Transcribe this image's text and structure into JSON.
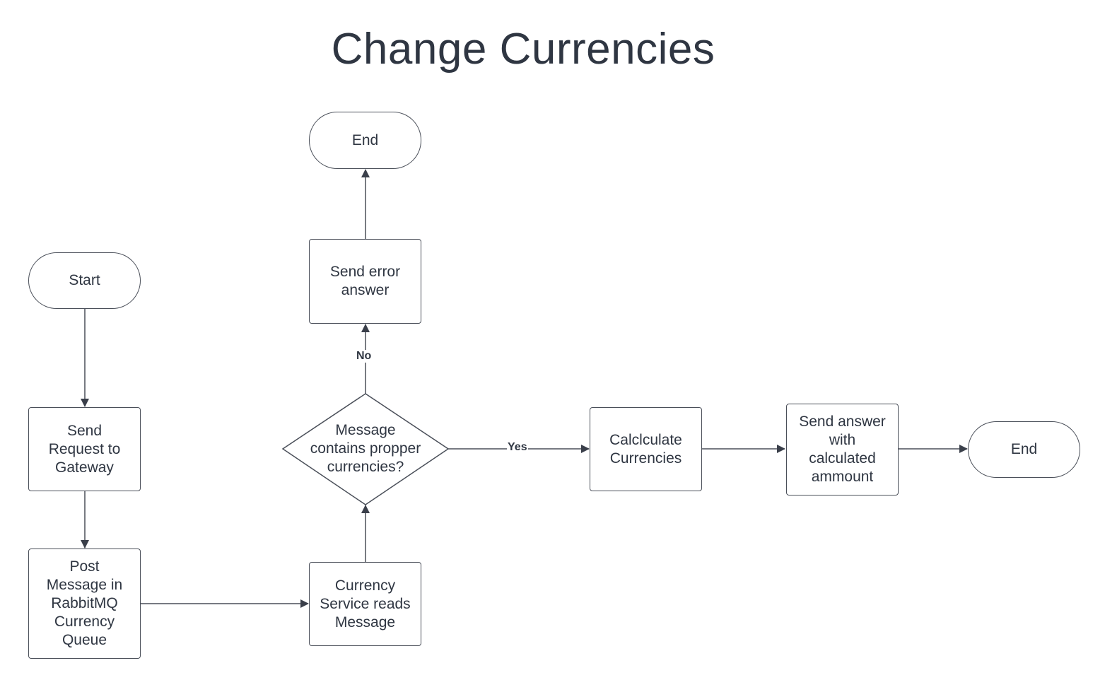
{
  "title": "Change Currencies",
  "nodes": {
    "start": "Start",
    "send_request": "Send\nRequest to\nGateway",
    "post_message": "Post\nMessage in\nRabbitMQ\nCurrency\nQueue",
    "currency_service": "Currency\nService reads\nMessage",
    "decision": "Message\ncontains propper\ncurrencies?",
    "send_error": "Send error\nanswer",
    "end_top": "End",
    "calculate": "Calclculate\nCurrencies",
    "send_answer": "Send answer\nwith\ncalculated\nammount",
    "end_right": "End"
  },
  "edge_labels": {
    "no": "No",
    "yes": "Yes"
  },
  "colors": {
    "stroke": "#4a4f59",
    "text": "#2f3642"
  }
}
